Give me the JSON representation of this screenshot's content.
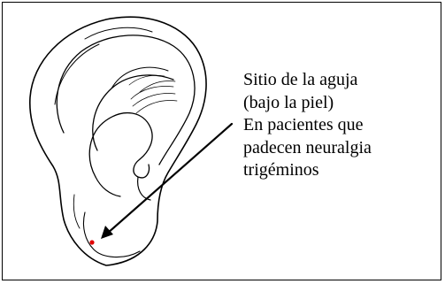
{
  "caption": {
    "lines": [
      "Sitio de la aguja",
      "(bajo la piel)",
      "En pacientes que",
      "padecen neuralgia",
      "trigéminos"
    ]
  },
  "colors": {
    "line": "#000000",
    "needle_point": "#e00000",
    "background": "#ffffff"
  }
}
